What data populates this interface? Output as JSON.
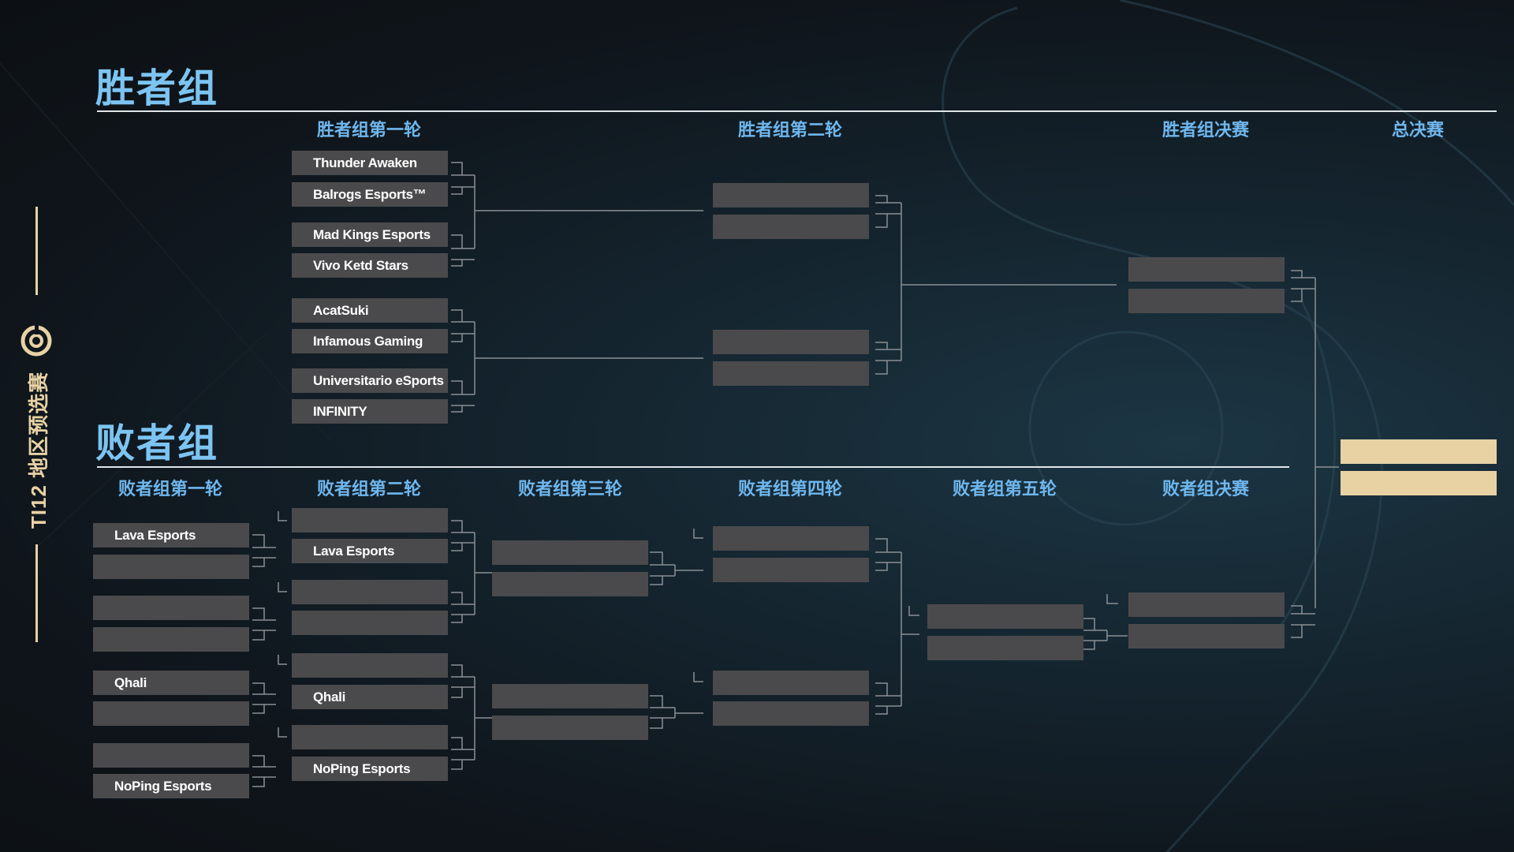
{
  "side": {
    "title": "TI12 地区预选赛",
    "logo_icon": "ti-aegis-logo-icon"
  },
  "winners": {
    "title": "胜者组",
    "rounds": [
      "胜者组第一轮",
      "胜者组第二轮",
      "胜者组决赛",
      "总决赛"
    ],
    "round1": [
      "Thunder Awaken",
      "Balrogs Esports™",
      "Mad Kings Esports",
      "Vivo Ketd Stars",
      "AcatSuki",
      "Infamous Gaming",
      "Universitario eSports",
      "INFINITY"
    ],
    "round2": [
      "",
      "",
      "",
      ""
    ],
    "final": [
      "",
      ""
    ],
    "grand_final": [
      "",
      ""
    ]
  },
  "losers": {
    "title": "败者组",
    "rounds": [
      "败者组第一轮",
      "败者组第二轮",
      "败者组第三轮",
      "败者组第四轮",
      "败者组第五轮",
      "败者组决赛"
    ],
    "round1": [
      "Lava Esports",
      "",
      "",
      "",
      "Qhali",
      "",
      "",
      "NoPing Esports"
    ],
    "round2": [
      "",
      "Lava Esports",
      "",
      "",
      "",
      "Qhali",
      "",
      "NoPing Esports"
    ],
    "round3": [
      "",
      "",
      "",
      ""
    ],
    "round4": [
      "",
      "",
      "",
      ""
    ],
    "round5": [
      "",
      ""
    ],
    "final": [
      "",
      ""
    ]
  },
  "colors": {
    "accent": "#6fb7ee",
    "gold": "#e8d2a4",
    "slot": "#4a4a4c"
  }
}
